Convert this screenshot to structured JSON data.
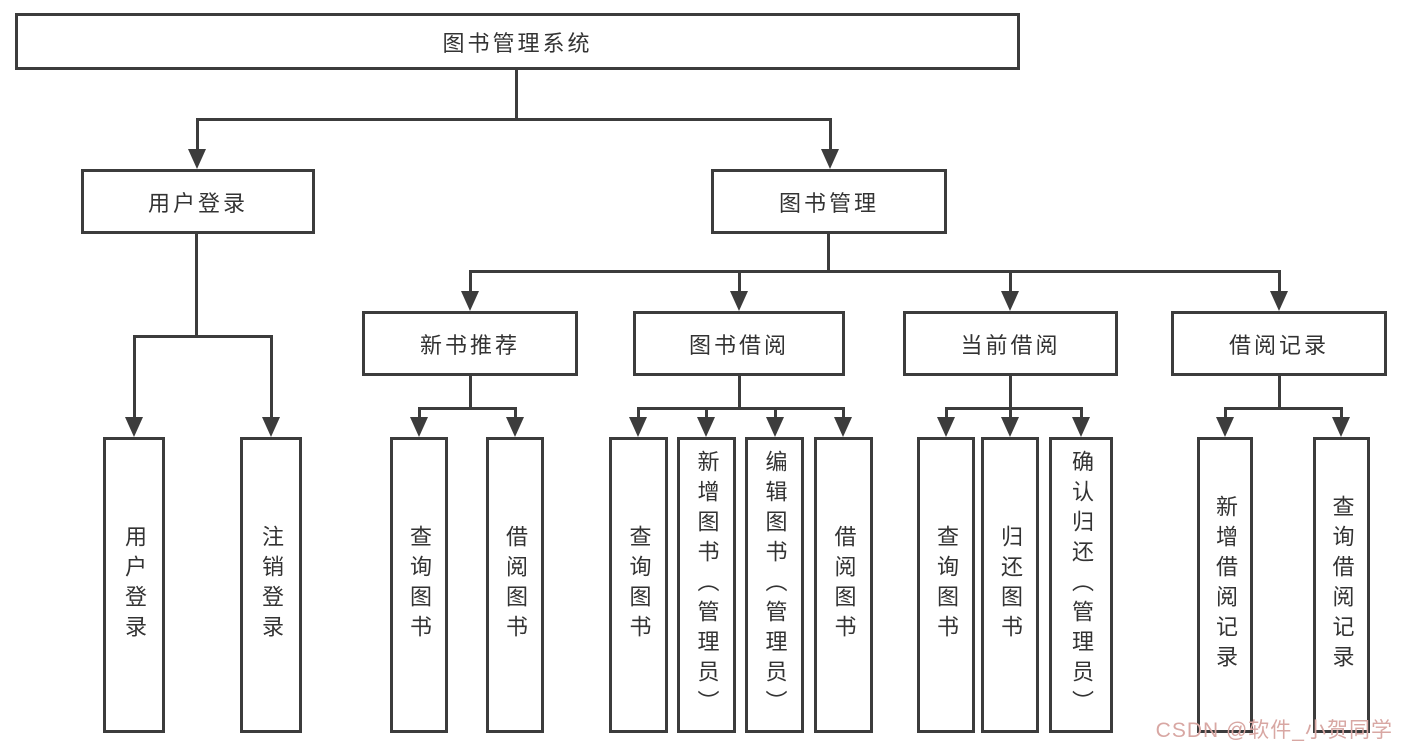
{
  "colors": {
    "line": "#3c3c3c",
    "text": "#333333",
    "watermark": "#d8a7a3",
    "background": "#ffffff"
  },
  "watermark": {
    "text": "CSDN @软件_小贺同学"
  },
  "tree": {
    "root": {
      "label": "图书管理系统"
    },
    "branches": [
      {
        "label": "用户登录",
        "children": [
          {
            "label": "用户登录"
          },
          {
            "label": "注销登录"
          }
        ]
      },
      {
        "label": "图书管理",
        "children": [
          {
            "label": "新书推荐",
            "children": [
              {
                "label": "查询图书"
              },
              {
                "label": "借阅图书"
              }
            ]
          },
          {
            "label": "图书借阅",
            "children": [
              {
                "label": "查询图书"
              },
              {
                "label": "新增图书（管理员）"
              },
              {
                "label": "编辑图书（管理员）"
              },
              {
                "label": "借阅图书"
              }
            ]
          },
          {
            "label": "当前借阅",
            "children": [
              {
                "label": "查询图书"
              },
              {
                "label": "归还图书"
              },
              {
                "label": "确认归还（管理员）"
              }
            ]
          },
          {
            "label": "借阅记录",
            "children": [
              {
                "label": "新增借阅记录"
              },
              {
                "label": "查询借阅记录"
              }
            ]
          }
        ]
      }
    ]
  }
}
